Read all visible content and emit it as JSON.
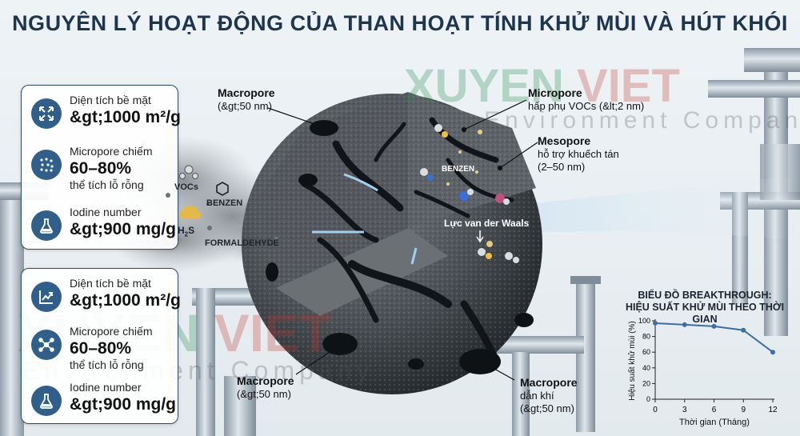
{
  "title": "NGUYÊN LÝ HOẠT ĐỘNG CỦA THAN HOẠT TÍNH KHỬ MÙI VÀ HÚT KHÓI",
  "watermark": {
    "brand_part1": "XUYEN",
    "brand_part2": "VIET",
    "sub": "Environment Company"
  },
  "colors": {
    "title": "#1e3550",
    "panel_border": "#2c4d6e",
    "icon_bg": "#2f5f8a",
    "chart_line": "#3b6fa0",
    "brand_green": "#1f8a4c",
    "brand_red": "#c4362c"
  },
  "stats_top": [
    {
      "icon": "expand-arrows-icon",
      "label": "Diện tích bề mặt",
      "value": "&gt;1000 m²/g"
    },
    {
      "icon": "particles-icon",
      "label": "Micropore chiếm",
      "value": "60–80%",
      "label2": "thể tích lỗ rỗng"
    },
    {
      "icon": "flask-icon",
      "label": "Iodine number",
      "value": "&gt;900 mg/g"
    }
  ],
  "stats_bottom": [
    {
      "icon": "growth-chart-icon",
      "label": "Diện tích bề mặt",
      "value": "&gt;1000 m²/g"
    },
    {
      "icon": "molecule-network-icon",
      "label": "Micropore chiếm",
      "value": "60–80%",
      "label2": "thể tích lỗ rỗng"
    },
    {
      "icon": "flask-icon",
      "label": "Iodine number",
      "value": "&gt;900 mg/g"
    }
  ],
  "gases": {
    "vocs": "VOCs",
    "benzen": "BENZEN",
    "h2s_h": "H",
    "h2s_sub": "2",
    "h2s_s": "S",
    "formaldehyde": "FORMALDEHYDE"
  },
  "pores": {
    "macro_top": {
      "name": "Macropore",
      "desc": "(&gt;50 nm)"
    },
    "micro": {
      "name": "Micropore",
      "desc": "hấp phụ VOCs (&lt;2 nm)"
    },
    "meso": {
      "name": "Mesopore",
      "desc": "hỗ trợ khuếch tán",
      "desc2": "(2–50 nm)"
    },
    "macro_bottom_left": {
      "name": "Macropore",
      "desc": "(&gt;50 nm)"
    },
    "macro_bottom_right": {
      "name": "Macropore",
      "desc": "dẫn khí",
      "desc2": "(&gt;50 nm)"
    },
    "benzen_inner": "BENZEN",
    "van_der_waals": "Lực van der Waals"
  },
  "chart_data": {
    "type": "line",
    "title": "BIỂU ĐỒ BREAKTHROUGH:",
    "subtitle": "HIỆU SUẤT KHỬ MÙI THEO THỜI GIAN",
    "xlabel": "Thời gian (Tháng)",
    "ylabel": "Hiệu suất khử mùi (%)",
    "x": [
      0,
      3,
      6,
      9,
      12
    ],
    "y": [
      97,
      95,
      93,
      88,
      60
    ],
    "xticks": [
      0,
      3,
      6,
      9,
      12
    ],
    "yticks": [
      0,
      20,
      40,
      60,
      80,
      100
    ],
    "xlim": [
      0,
      12
    ],
    "ylim": [
      0,
      100
    ],
    "grid": false
  }
}
